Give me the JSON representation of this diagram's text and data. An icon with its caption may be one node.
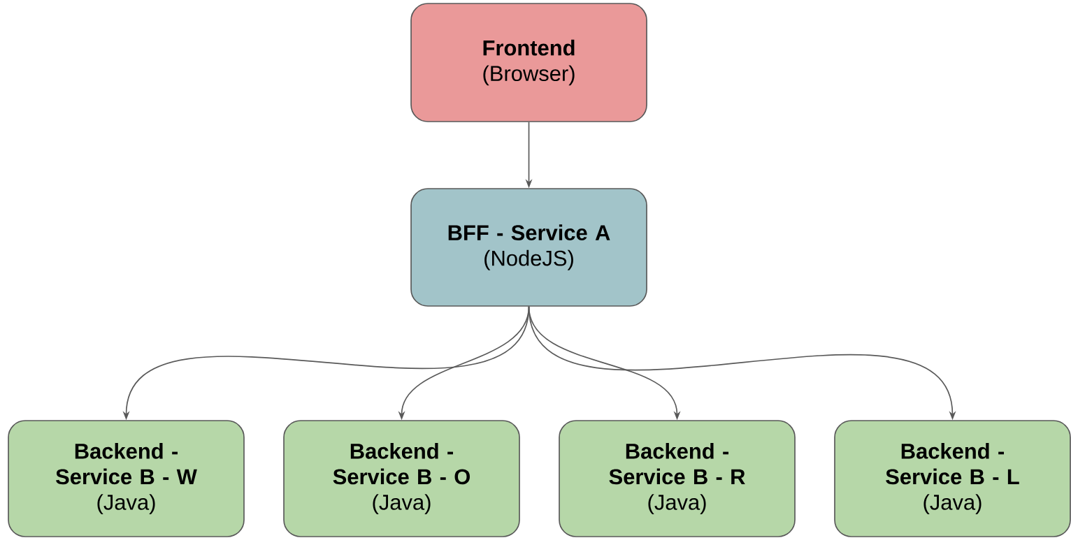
{
  "diagram": {
    "nodes": [
      {
        "text": [
          "Frontend",
          "(Browser)"
        ]
      },
      {
        "text": [
          "BFF - Service A",
          "(NodeJS)"
        ]
      },
      {
        "text": [
          "Backend - Service B - W",
          "(Java)"
        ]
      },
      {
        "text": [
          "Backend - Service B - O",
          "(Java)"
        ]
      },
      {
        "text": [
          "Backend - Service B - R",
          "(Java)"
        ]
      },
      {
        "text": [
          "Backend - Service B - L",
          "(Java)"
        ]
      }
    ],
    "edges": [
      {
        "from": 0,
        "to": 1,
        "arrow": "to"
      },
      {
        "from": 1,
        "to": 2,
        "arrow": "to"
      },
      {
        "from": 1,
        "to": 3,
        "arrow": "to"
      },
      {
        "from": 1,
        "to": 4,
        "arrow": "to"
      },
      {
        "from": 1,
        "to": 5,
        "arrow": "to"
      }
    ]
  }
}
